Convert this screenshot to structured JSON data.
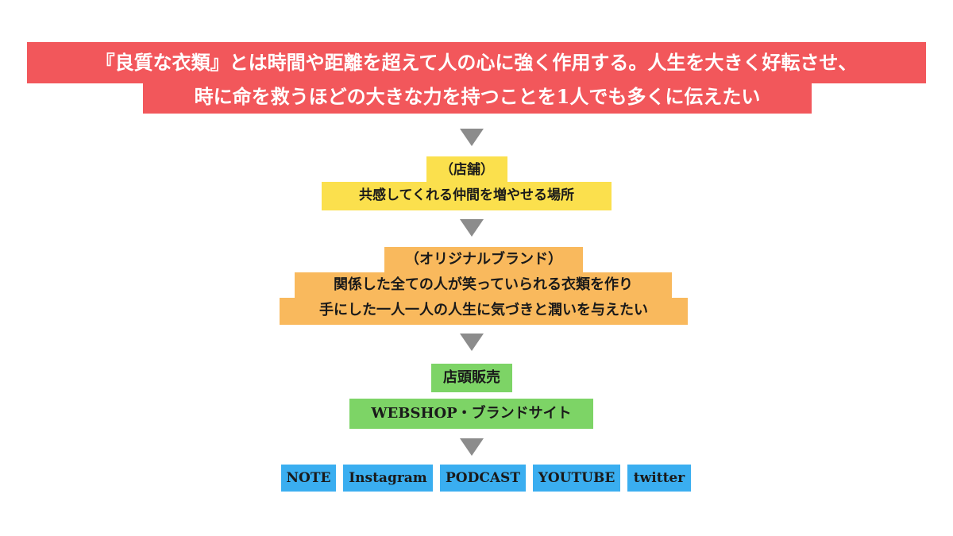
{
  "mission": {
    "line1": "『良質な衣類』とは時間や距離を超えて人の心に強く作用する。人生を大きく好転させ、",
    "line2": "時に命を救うほどの大きな力を持つことを1人でも多くに伝えたい"
  },
  "store": {
    "heading": "（店舗）",
    "text": "共感してくれる仲間を増やせる場所"
  },
  "brand": {
    "heading": "（オリジナルブランド）",
    "line1": "関係した全ての人が笑っていられる衣類を作り",
    "line2": "手にした一人一人の人生に気づきと潤いを与えたい"
  },
  "sales": {
    "store_sales": "店頭販売",
    "web": "WEBSHOP・ブランドサイト"
  },
  "media": [
    "NOTE",
    "Instagram",
    "PODCAST",
    "YOUTUBE",
    "twitter"
  ],
  "colors": {
    "red": "#f2575b",
    "yellow": "#fbe04d",
    "orange": "#f9b95d",
    "green": "#7dd466",
    "blue": "#3aaef0",
    "arrow": "#8c8c8c"
  }
}
